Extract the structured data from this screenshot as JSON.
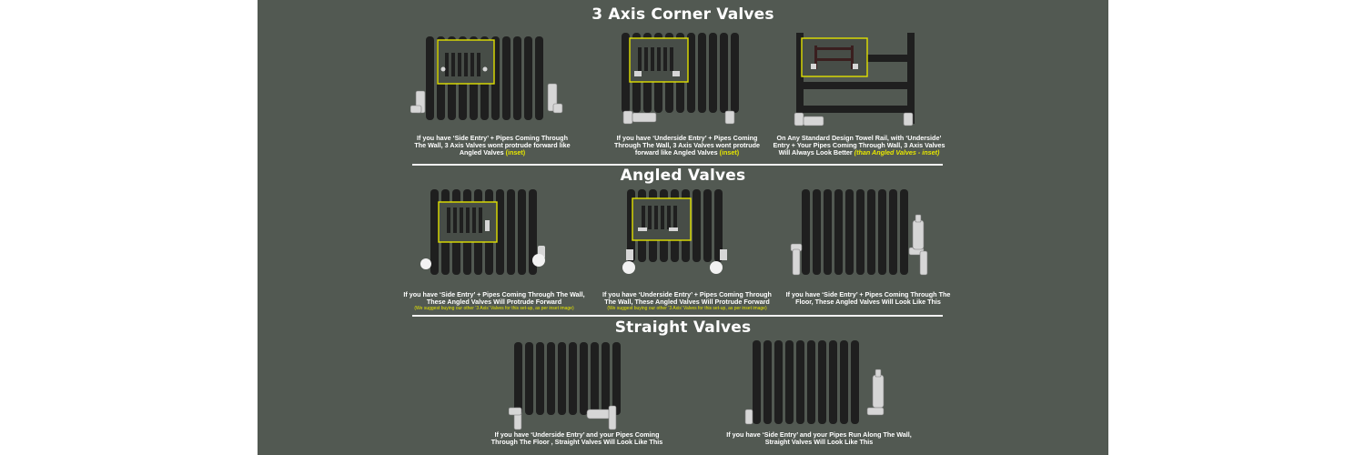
{
  "colors": {
    "panel": "#525952",
    "radiator": "#1f1f1f",
    "inset_border": "#e0e000",
    "chrome": "#d6d6d6",
    "highlight": "#e6e600",
    "text": "#ffffff"
  },
  "sections": [
    {
      "title": "3 Axis Corner Valves",
      "items": [
        {
          "caption": "If you have ‘Side Entry’ + Pipes Coming Through The Wall, 3 Axis Valves wont protrude forward like Angled Valves",
          "highlight": "(inset)",
          "note": ""
        },
        {
          "caption": "If you have ‘Underside Entry’ + Pipes Coming Through The Wall, 3 Axis Valves wont protrude forward like Angled Valves",
          "highlight": "(inset)",
          "note": ""
        },
        {
          "caption": "On Any Standard Design Towel Rail, with ‘Underside’ Entry + Your Pipes Coming Through Wall, 3 Axis Valves Will Always Look Better",
          "highlight": "(than Angled Valves - inset)",
          "note": ""
        }
      ]
    },
    {
      "title": "Angled Valves",
      "items": [
        {
          "caption": "If you have ‘Side Entry’ + Pipes Coming Through The Wall, These Angled Valves Will Protrude Forward",
          "highlight": "",
          "note": "(We suggest buying our other ‘3 Axis’ Valves for this set-up, as per inset image)"
        },
        {
          "caption": "If you have ‘Underside Entry’ + Pipes Coming Through The Wall, These Angled Valves Will Protrude Forward",
          "highlight": "",
          "note": "(We suggest buying our other ‘3 Axis’ Valves for this set-up, as per inset image)"
        },
        {
          "caption": "If you have ‘Side Entry’ + Pipes Coming Through The Floor, These Angled Valves Will Look Like This",
          "highlight": "",
          "note": ""
        }
      ]
    },
    {
      "title": "Straight Valves",
      "items": [
        {
          "caption": "If you have ‘Underside Entry’ and your Pipes Coming Through The Floor , Straight Valves Will Look Like This",
          "highlight": "",
          "note": ""
        },
        {
          "caption": "If you have ‘Side Entry’ and your Pipes Run Along The Wall, Straight Valves Will Look Like This",
          "highlight": "",
          "note": ""
        }
      ]
    }
  ]
}
